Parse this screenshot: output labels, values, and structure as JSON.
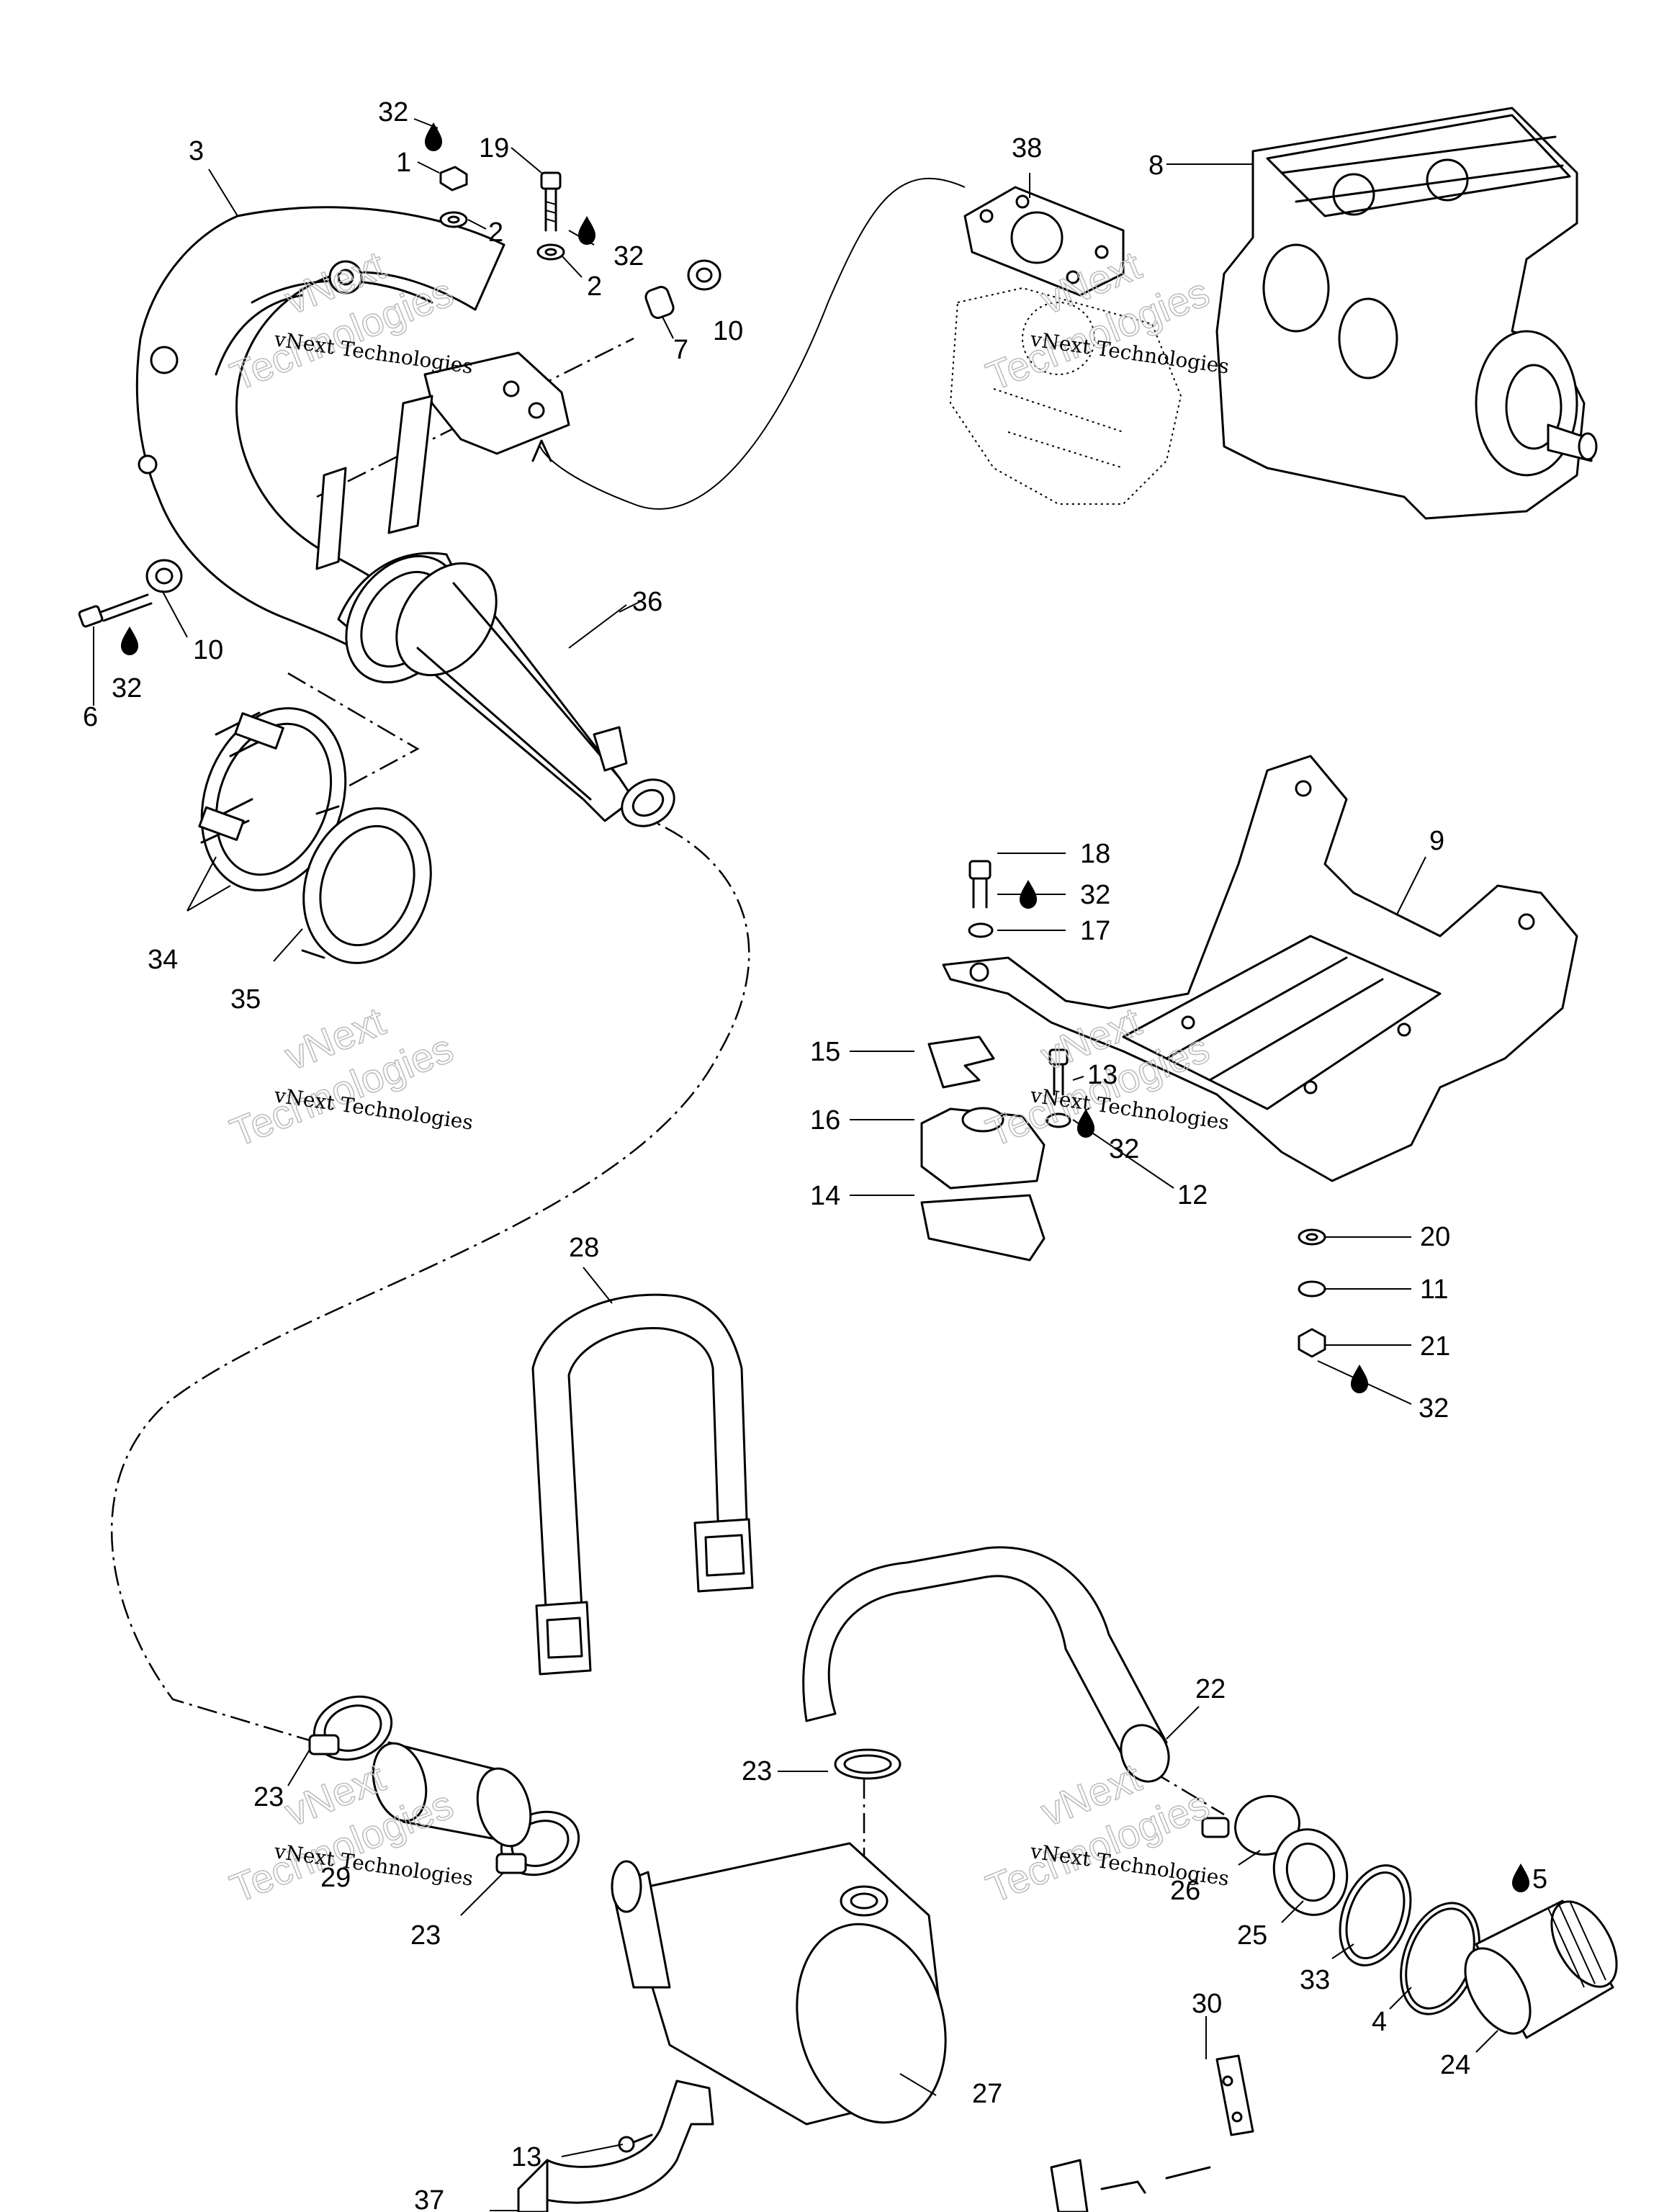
{
  "callouts": {
    "c1": "1",
    "c2a": "2",
    "c2b": "2",
    "c3": "3",
    "c4": "4",
    "c5": "5",
    "c6": "6",
    "c7": "7",
    "c8": "8",
    "c9": "9",
    "c10a": "10",
    "c10b": "10",
    "c11": "11",
    "c12": "12",
    "c13a": "13",
    "c13b": "13",
    "c14": "14",
    "c15": "15",
    "c16": "16",
    "c17": "17",
    "c18": "18",
    "c19": "19",
    "c20": "20",
    "c21": "21",
    "c22": "22",
    "c23a": "23",
    "c23b": "23",
    "c23c": "23",
    "c24": "24",
    "c25": "25",
    "c26": "26",
    "c27": "27",
    "c28": "28",
    "c29": "29",
    "c30": "30",
    "c32a": "32",
    "c32b": "32",
    "c32c": "32",
    "c32d": "32",
    "c32e": "32",
    "c32f": "32",
    "c33": "33",
    "c34": "34",
    "c35": "35",
    "c36": "36",
    "c37": "37",
    "c38": "38"
  },
  "watermark": {
    "line1": "vNext",
    "line2": "Technologies",
    "full": "vNext Technologies"
  },
  "icons": {
    "lubricant": "oil-drop-icon"
  }
}
